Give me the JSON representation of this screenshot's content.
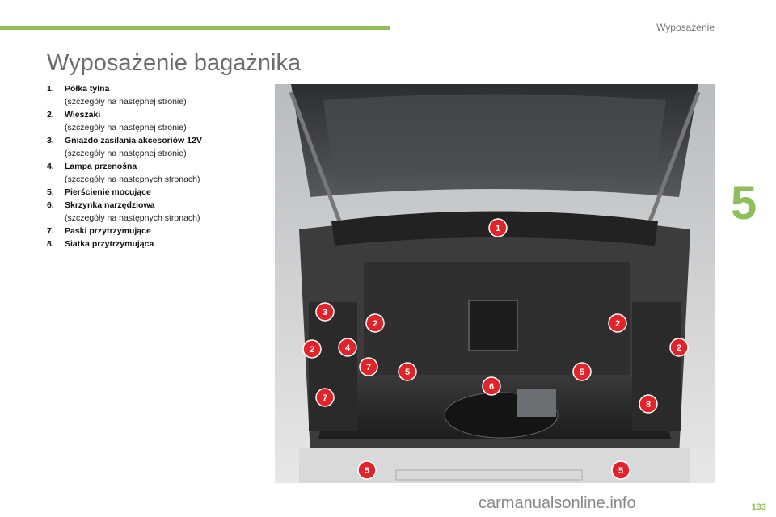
{
  "header": {
    "section": "Wyposażenie",
    "chapter": "5"
  },
  "title": "Wyposażenie bagażnika",
  "items": [
    {
      "num": "1.",
      "name": "Półka tylna",
      "note": "(szczegóły na następnej stronie)"
    },
    {
      "num": "2.",
      "name": "Wieszaki",
      "note": "(szczegóły na następnej stronie)"
    },
    {
      "num": "3.",
      "name": "Gniazdo zasilania akcesoriów 12V",
      "note": "(szczegóły na następnej stronie)"
    },
    {
      "num": "4.",
      "name": "Lampa przenośna",
      "note": "(szczegóły na następnych stronach)"
    },
    {
      "num": "5.",
      "name": "Pierścienie mocujące",
      "note": ""
    },
    {
      "num": "6.",
      "name": "Skrzynka narzędziowa",
      "note": "(szczegóły na następnych stronach)"
    },
    {
      "num": "7.",
      "name": "Paski przytrzymujące",
      "note": ""
    },
    {
      "num": "8.",
      "name": "Siatka przytrzymująca",
      "note": ""
    }
  ],
  "callouts": [
    "1",
    "2",
    "2",
    "2",
    "2",
    "3",
    "4",
    "5",
    "5",
    "5",
    "5",
    "6",
    "7",
    "7",
    "8"
  ],
  "page_number": "133",
  "watermark": "carmanualsonline.info",
  "colors": {
    "accent": "#8fbf5a",
    "callout": "#e2232a"
  }
}
